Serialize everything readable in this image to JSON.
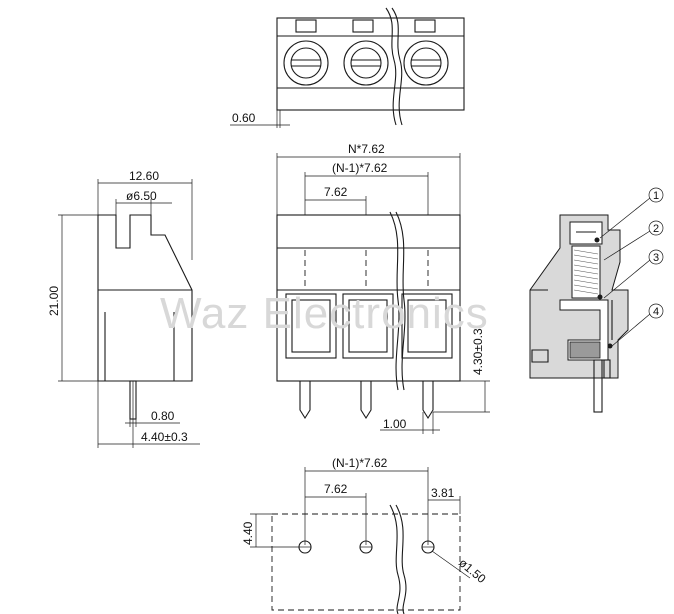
{
  "watermark": "Waz Electronics",
  "dimensions": {
    "top_offset": "0.60",
    "overall_width": "N*7.62",
    "inner_span": "(N-1)*7.62",
    "pitch": "7.62",
    "side_width": "12.60",
    "hole_dia": "ø6.50",
    "height": "21.00",
    "pin_width": "0.80",
    "pin_spacing": "4.40±0.3",
    "pin_length": "4.30±0.3",
    "pin_thickness": "1.00",
    "pcb_span": "(N-1)*7.62",
    "pcb_pitch": "7.62",
    "pcb_edge": "3.81",
    "pcb_row": "4.40",
    "pcb_hole": "ø1.50"
  },
  "callouts": [
    "1",
    "2",
    "3",
    "4"
  ]
}
